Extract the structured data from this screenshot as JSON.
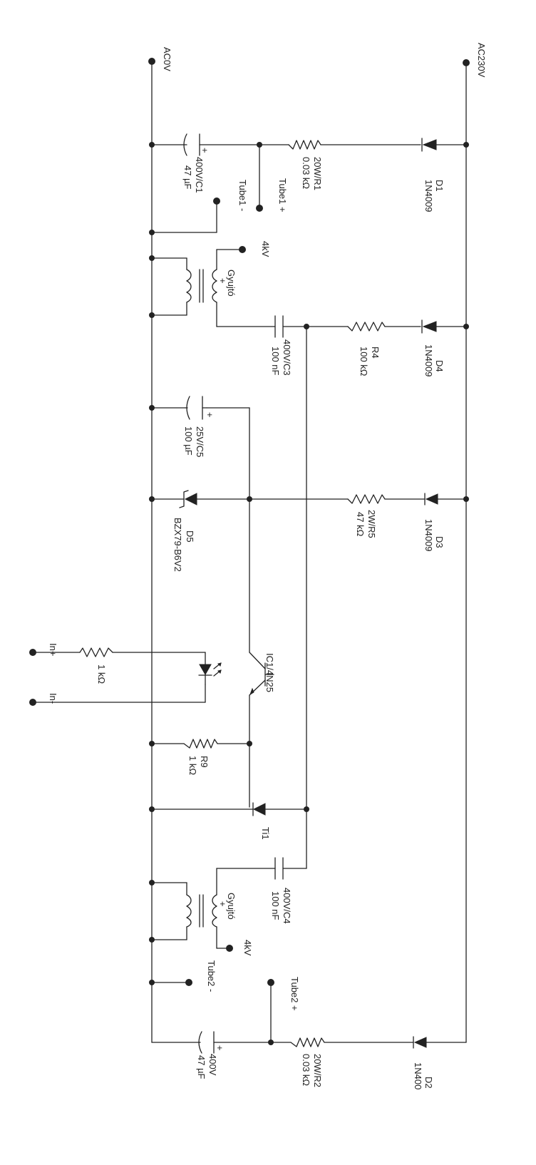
{
  "rails": {
    "ac0": "AC0V",
    "ac230": "AC230V"
  },
  "d1": {
    "name": "D1",
    "part": "1N4009"
  },
  "d4": {
    "name": "D4",
    "part": "1N4009"
  },
  "d3": {
    "name": "D3",
    "part": "1N4009"
  },
  "d2": {
    "name": "D2",
    "part": "1N400"
  },
  "d5": {
    "name": "D5",
    "part": "BZX79-B6V2"
  },
  "r1": {
    "spec": "20W/R1",
    "value": "0.03 kΩ"
  },
  "r4": {
    "name": "R4",
    "value": "100 kΩ"
  },
  "r5": {
    "spec": "2W/R5",
    "value": "47 kΩ"
  },
  "r2": {
    "spec": "20W/R2",
    "value": "0.03 kΩ"
  },
  "r9": {
    "name": "R9",
    "value": "1 kΩ"
  },
  "r_in": {
    "value": "1 kΩ"
  },
  "c1": {
    "spec": "400V/C1",
    "value": "47 µF"
  },
  "c3": {
    "spec": "400V/C3",
    "value": "100 nF"
  },
  "c5": {
    "spec": "25V/C5",
    "value": "100 µF"
  },
  "c4": {
    "spec": "400V/C4",
    "value": "100 nF"
  },
  "c2": {
    "spec": "400V",
    "value": "47 µF"
  },
  "tube1": {
    "plus": "Tube1 +",
    "minus": "Tube1 -"
  },
  "tube2": {
    "plus": "Tube2 +",
    "minus": "Tube2 -"
  },
  "ign1": {
    "name": "Gyujtó",
    "hv": "4kV"
  },
  "ign2": {
    "name": "Gyujtó",
    "hv": "4kV"
  },
  "ic1": {
    "name": "IC1/4N25"
  },
  "inputs": {
    "plus": "In+",
    "minus": "In-"
  },
  "triac": {
    "name": "Ti1"
  },
  "polarity": {
    "plus": "+"
  }
}
